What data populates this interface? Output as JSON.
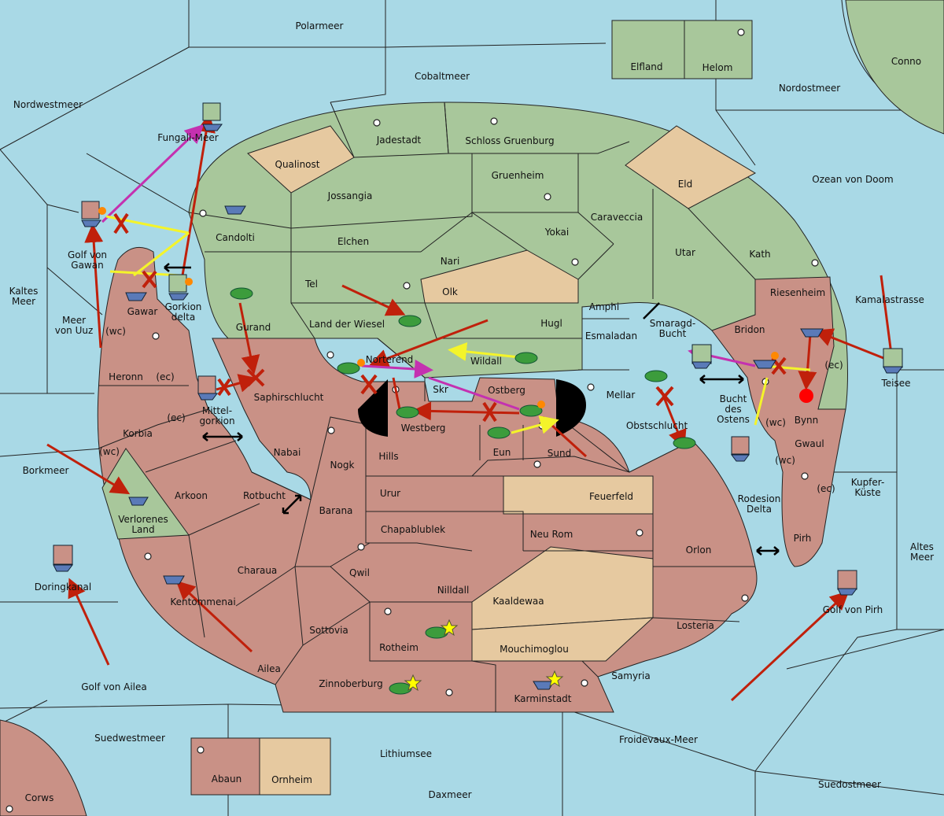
{
  "colors": {
    "sea": "#a9d9e6",
    "player_green": "#a8c79b",
    "player_red": "#c99186",
    "neutral": "#e6c9a0",
    "move_red": "#c0200b",
    "move_yellow": "#f4f42a",
    "move_magenta": "#c431b0"
  },
  "seas": {
    "polarmeer": "Polarmeer",
    "cobaltmeer": "Cobaltmeer",
    "nordwestmeer": "Nordwestmeer",
    "nordostmeer": "Nordostmeer",
    "conno": "Conno",
    "fungali": "Fungali-Meer",
    "ozean": "Ozean von Doom",
    "kaltes": "Kaltes\nMeer",
    "meer_uuz": "Meer\nvon Uuz",
    "golf_gawan": "Golf von\nGawan",
    "kamala": "Kamalastrasse",
    "teisee": "Teisee",
    "borkmeer": "Borkmeer",
    "doringkanal": "Doringkanal",
    "golf_ailea": "Golf von Ailea",
    "kupfer": "Kupfer-\nKüste",
    "altes": "Altes\nMeer",
    "golf_pirh": "Golf von Pirh",
    "suedwestmeer": "Suedwestmeer",
    "lithiumsee": "Lithiumsee",
    "froidevaux": "Froidevaux-Meer",
    "daxmeer": "Daxmeer",
    "suedostmeer": "Suedostmeer",
    "corws": "Corws",
    "rotbucht": "Rotbucht",
    "smaragd": "Smaragd-\nBucht",
    "bucht_ostens": "Bucht\ndes\nOstens",
    "mittelgorkion": "Mittel-\ngorkion",
    "rodesion": "Rodesion\nDelta"
  },
  "lands": {
    "elfland": "Elfland",
    "helom": "Helom",
    "jadestadt": "Jadestadt",
    "schloss": "Schloss Gruenburg",
    "qualinost": "Qualinost",
    "gruenheim": "Gruenheim",
    "eld": "Eld",
    "jossangia": "Jossangia",
    "caraveccia": "Caraveccia",
    "candolti": "Candolti",
    "elchen": "Elchen",
    "yokai": "Yokai",
    "utar": "Utar",
    "kath": "Kath",
    "nari": "Nari",
    "tel": "Tel",
    "olk": "Olk",
    "amphi": "Amphi",
    "riesenheim": "Riesenheim",
    "gorkion": "Gorkion\ndelta",
    "gawar": "Gawar",
    "gurand": "Gurand",
    "land_wiesel": "Land der Wiesel",
    "hugl": "Hugl",
    "bridon": "Bridon",
    "esmaladan": "Esmaladan",
    "heronn": "Heronn",
    "norterend": "Norterend",
    "wildall": "Wildall",
    "mellar": "Mellar",
    "saphir": "Saphirschlucht",
    "skr": "Skr",
    "ostberg": "Ostberg",
    "bynn": "Bynn",
    "korbia": "Korbia",
    "westberg": "Westberg",
    "obstschlucht": "Obstschlucht",
    "nabai": "Nabai",
    "hills": "Hills",
    "eun": "Eun",
    "sund": "Sund",
    "gwaul": "Gwaul",
    "nogk": "Nogk",
    "arkoon": "Arkoon",
    "verlorenes": "Verlorenes\nLand",
    "urur": "Urur",
    "feuerfeld": "Feuerfeld",
    "barana": "Barana",
    "chapablublek": "Chapablublek",
    "neu_rom": "Neu Rom",
    "pirh": "Pirh",
    "orlon": "Orlon",
    "charaua": "Charaua",
    "qwil": "Qwil",
    "nilldall": "Nilldall",
    "kaaldewaa": "Kaaldewaa",
    "kentommenai": "Kentommenai",
    "sottovia": "Sottovia",
    "losteria": "Losteria",
    "rotheim": "Rotheim",
    "mouchimoglou": "Mouchimoglou",
    "ailea": "Ailea",
    "samyria": "Samyria",
    "zinnoberburg": "Zinnoberburg",
    "karminstadt": "Karminstadt",
    "abaun": "Abaun",
    "ornheim": "Ornheim"
  },
  "coasts": {
    "wc": "(wc)",
    "ec": "(ec)"
  }
}
